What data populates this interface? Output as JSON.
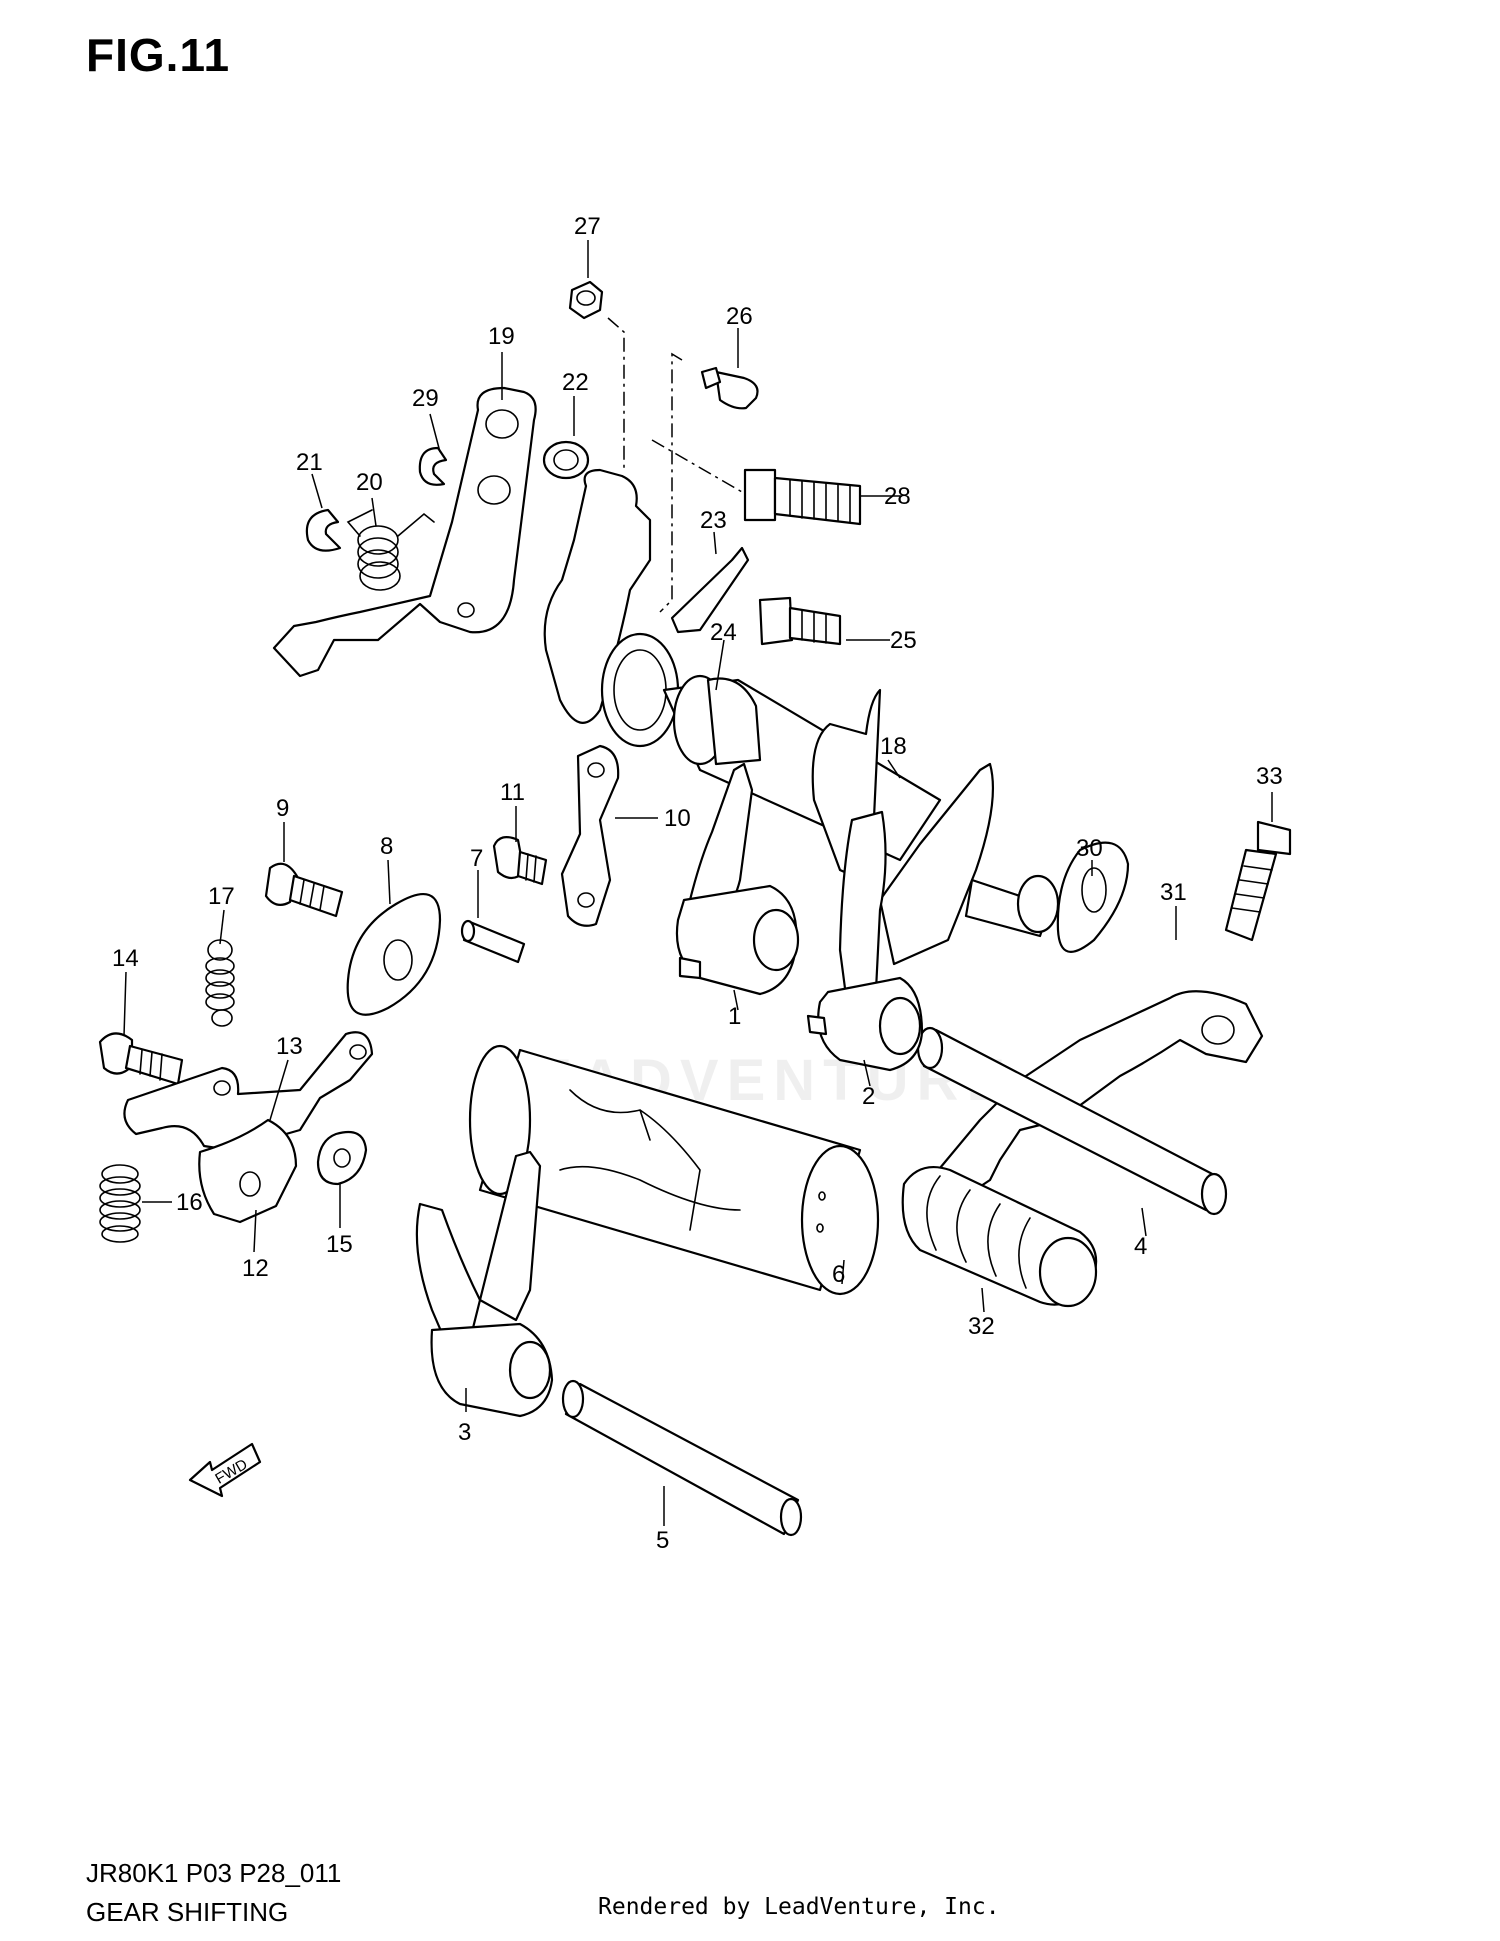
{
  "figure": {
    "title": "FIG.11"
  },
  "footer": {
    "model_code": "JR80K1 P03 P28_011",
    "section_name": "GEAR SHIFTING",
    "rendered_by": "Rendered by LeadVenture, Inc."
  },
  "watermark": {
    "text": "LEADVENTURE"
  },
  "fwd_arrow": {
    "label": "FWD"
  },
  "callouts": {
    "c1": "1",
    "c2": "2",
    "c3": "3",
    "c4": "4",
    "c5": "5",
    "c6": "6",
    "c7": "7",
    "c8": "8",
    "c9": "9",
    "c10": "10",
    "c11": "11",
    "c12": "12",
    "c13": "13",
    "c14": "14",
    "c15": "15",
    "c16": "16",
    "c17": "17",
    "c18": "18",
    "c19": "19",
    "c20": "20",
    "c21": "21",
    "c22": "22",
    "c23": "23",
    "c24": "24",
    "c25": "25",
    "c26": "26",
    "c27": "27",
    "c28": "28",
    "c29": "29",
    "c30": "30",
    "c31": "31",
    "c32": "32",
    "c33": "33"
  },
  "colors": {
    "line": "#000000",
    "background": "#ffffff"
  }
}
